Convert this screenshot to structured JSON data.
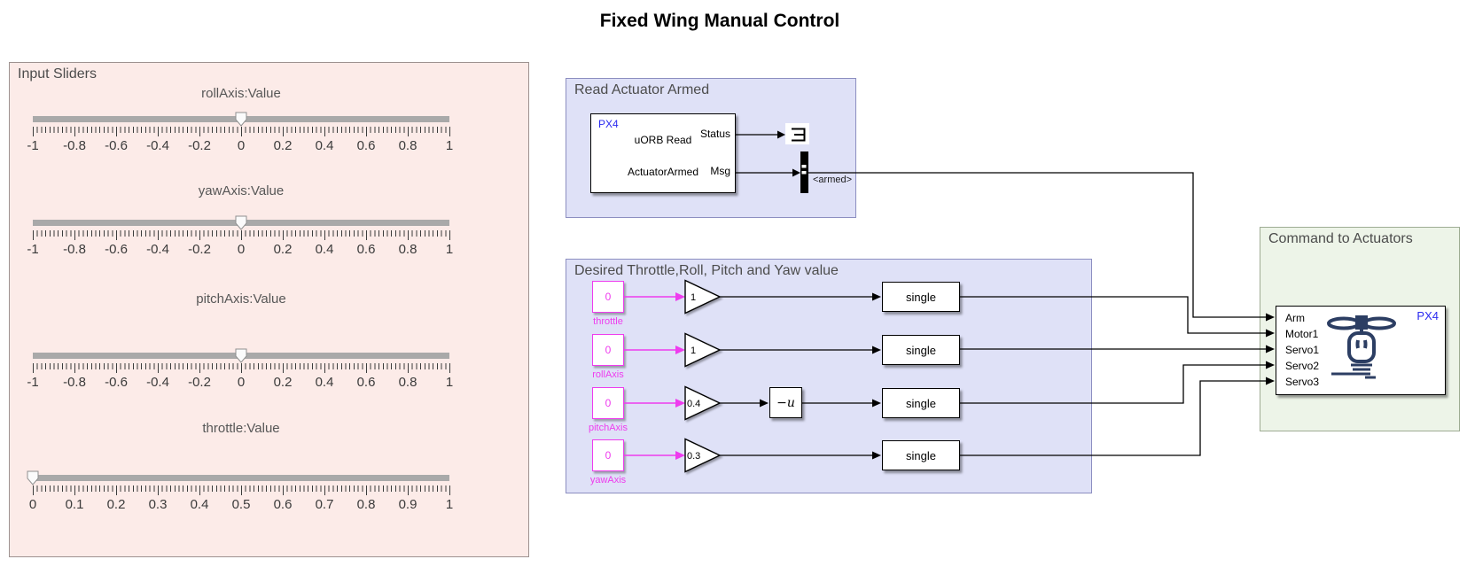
{
  "title": "Fixed Wing Manual Control",
  "colors": {
    "slider_panel_bg": "#fcebe8",
    "subsystem_bg": "#dfe1f7",
    "actuator_area_bg": "#edf4e8",
    "magenta_accent": "#ee3cee",
    "px4_blue": "#2a2af0",
    "wire": "#000000"
  },
  "input_sliders": {
    "title": "Input Sliders",
    "sliders": [
      {
        "label": "rollAxis:Value",
        "min": -1,
        "max": 1,
        "value": 0,
        "tick_labels": [
          "-1",
          "-0.8",
          "-0.6",
          "-0.4",
          "-0.2",
          "0",
          "0.2",
          "0.4",
          "0.6",
          "0.8",
          "1"
        ]
      },
      {
        "label": "yawAxis:Value",
        "min": -1,
        "max": 1,
        "value": 0,
        "tick_labels": [
          "-1",
          "-0.8",
          "-0.6",
          "-0.4",
          "-0.2",
          "0",
          "0.2",
          "0.4",
          "0.6",
          "0.8",
          "1"
        ]
      },
      {
        "label": "pitchAxis:Value",
        "min": -1,
        "max": 1,
        "value": 0,
        "tick_labels": [
          "-1",
          "-0.8",
          "-0.6",
          "-0.4",
          "-0.2",
          "0",
          "0.2",
          "0.4",
          "0.6",
          "0.8",
          "1"
        ]
      },
      {
        "label": "throttle:Value",
        "min": 0,
        "max": 1,
        "value": 0,
        "tick_labels": [
          "0",
          "0.1",
          "0.2",
          "0.3",
          "0.4",
          "0.5",
          "0.6",
          "0.7",
          "0.8",
          "0.9",
          "1"
        ]
      }
    ]
  },
  "read_actuator_armed": {
    "title": "Read Actuator Armed",
    "block": {
      "vendor": "PX4",
      "type": "uORB Read",
      "topic": "ActuatorArmed",
      "port_status": "Status",
      "port_msg": "Msg"
    },
    "bus_tag": "<armed>"
  },
  "desired_values": {
    "title": "Desired Throttle,Roll, Pitch and Yaw value",
    "rows": [
      {
        "constant": "0",
        "name": "throttle",
        "gain": "1",
        "convert": "single"
      },
      {
        "constant": "0",
        "name": "rollAxis",
        "gain": "1",
        "convert": "single"
      },
      {
        "constant": "0",
        "name": "pitchAxis",
        "gain": "0.4",
        "negate": "−u",
        "convert": "single"
      },
      {
        "constant": "0",
        "name": "yawAxis",
        "gain": "0.3",
        "convert": "single"
      }
    ]
  },
  "command_to_actuators": {
    "title": "Command to Actuators",
    "block": {
      "vendor": "PX4",
      "ports": [
        "Arm",
        "Motor1",
        "Servo1",
        "Servo2",
        "Servo3"
      ]
    }
  }
}
